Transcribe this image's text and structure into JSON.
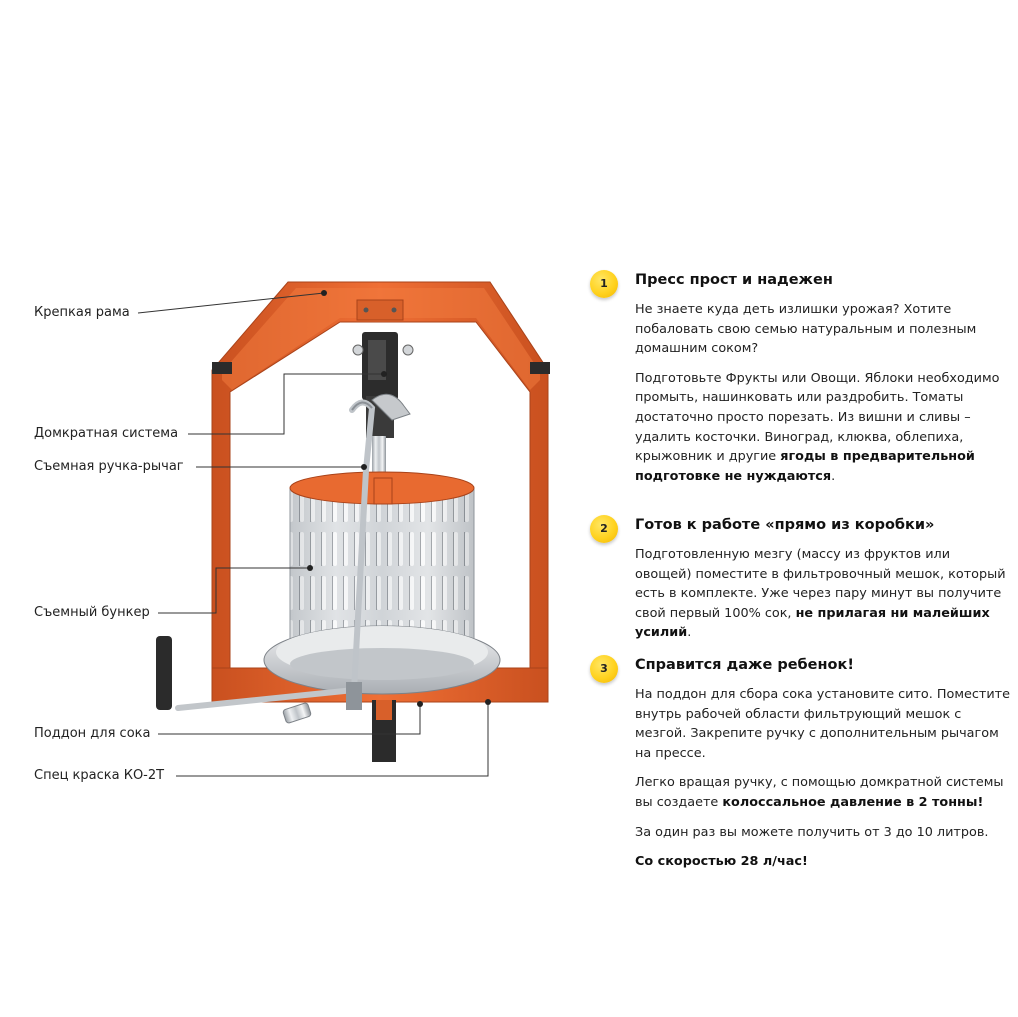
{
  "callouts": {
    "frame": "Крепкая рама",
    "jack": "Домкратная система",
    "handle": "Съемная ручка-рычаг",
    "hopper": "Съемный бункер",
    "tray": "Поддон для сока",
    "paint": "Спец краска КО-2Т"
  },
  "features": [
    {
      "number": "1",
      "title": "Пресс прост и надежен",
      "p1": "Не знаете куда деть излишки урожая? Хотите побаловать свою семью натуральным и полезным домашним соком?",
      "p2_text": "Подготовьте Фрукты или Овощи. Яблоки необходимо промыть, нашинковать или раздробить. Томаты достаточно просто порезать. Из вишни и сливы – удалить косточки. Виноград, клюква, облепиха, крыжовник и другие ",
      "p2_bold": "ягоды в предварительной подготовке не нуждаются",
      "p2_end": "."
    },
    {
      "number": "2",
      "title": "Готов к работе «прямо из коробки»",
      "p1_text": "Подготовленную мезгу (массу из фруктов или овощей) поместите в фильтровочный мешок, который есть в комплекте. Уже через пару минут вы получите свой первый 100% сок, ",
      "p1_bold": "не прилагая ни малейших усилий",
      "p1_end": "."
    },
    {
      "number": "3",
      "title": "Справится даже ребенок!",
      "p1": "На поддон для сбора сока установите сито. Поместите внутрь рабочей области фильтрующий мешок с мезгой. Закрепите ручку с дополнительным рычагом на прессе.",
      "p2_text": "Легко вращая ручку, с помощью домкратной системы вы создаете ",
      "p2_bold": "колоссальное давление в 2 тонны!",
      "p3": "За один раз вы можете получить от 3 до 10 литров.",
      "p4_bold": "Со скоростью 28 л/час!"
    }
  ],
  "colors": {
    "frame_orange": "#e0602a",
    "frame_shadow": "#b4461b",
    "steel": "#cfd2d6",
    "badge_yellow": "#ffd21f"
  },
  "icons": {
    "badge": "numbered-circle"
  }
}
